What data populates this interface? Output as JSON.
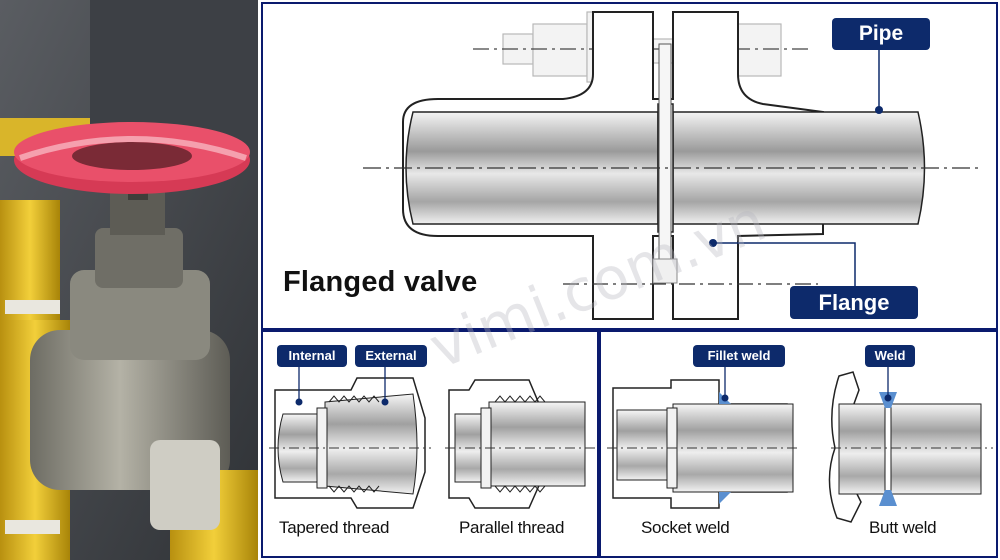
{
  "flanged_valve": {
    "title": "Flanged valve",
    "labels": {
      "pipe": "Pipe",
      "flange": "Flange"
    }
  },
  "thread": {
    "labels": {
      "internal": "Internal",
      "external": "External"
    },
    "captions": {
      "tapered": "Tapered thread",
      "parallel": "Parallel thread"
    }
  },
  "weld": {
    "labels": {
      "fillet": "Fillet weld",
      "weld": "Weld"
    },
    "captions": {
      "socket": "Socket weld",
      "butt": "Butt weld"
    }
  },
  "watermark": "vimi.com.vn",
  "colors": {
    "tag_bg": "#0d2a6b",
    "panel_border": "#0a1a6e",
    "weld_blue": "#5a8fd0",
    "valve_handle": "#e0445e",
    "pipe_yellow": "#e8c12a"
  }
}
